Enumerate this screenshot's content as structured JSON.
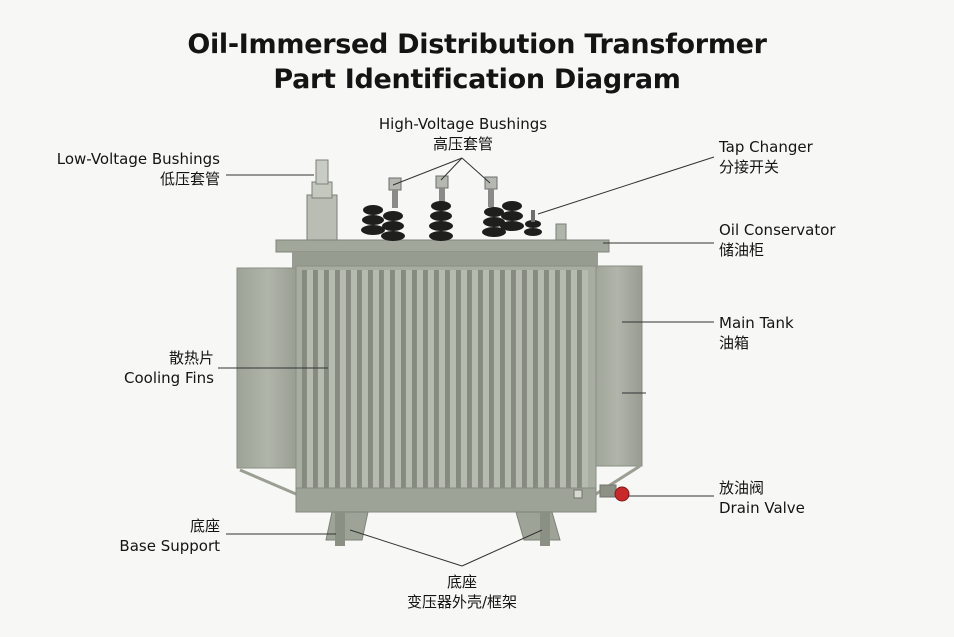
{
  "title": {
    "line1": "Oil-Immersed Distribution Transformer",
    "line2": "Part Identification Diagram"
  },
  "labels": {
    "high_voltage": {
      "en": "High-Voltage Bushings",
      "zh": "高压套管"
    },
    "low_voltage": {
      "en": "Low-Voltage Bushings",
      "zh": "低压套管"
    },
    "tap_changer": {
      "en": "Tap Changer",
      "zh": "分接开关"
    },
    "oil_conservator": {
      "en": "Oil Conservator",
      "zh": "储油柜"
    },
    "main_tank": {
      "en": "Main Tank",
      "zh": "油箱"
    },
    "cooling_fins": {
      "zh": "散热片",
      "en": "Cooling Fins"
    },
    "drain_valve": {
      "zh": "放油阀",
      "en": "Drain Valve"
    },
    "base_support": {
      "zh": "底座",
      "en": "Base Support"
    },
    "base_frame": {
      "zh1": "底座",
      "zh2": "变压器外壳/框架"
    }
  },
  "colors": {
    "tank": "#a7aca1",
    "tank_dark": "#8f9489",
    "fin_light": "#b6bbb0",
    "fin_dark": "#868b80",
    "porcelain": "#1e1e1c",
    "valve_red": "#c8282a",
    "leader": "#333333"
  }
}
